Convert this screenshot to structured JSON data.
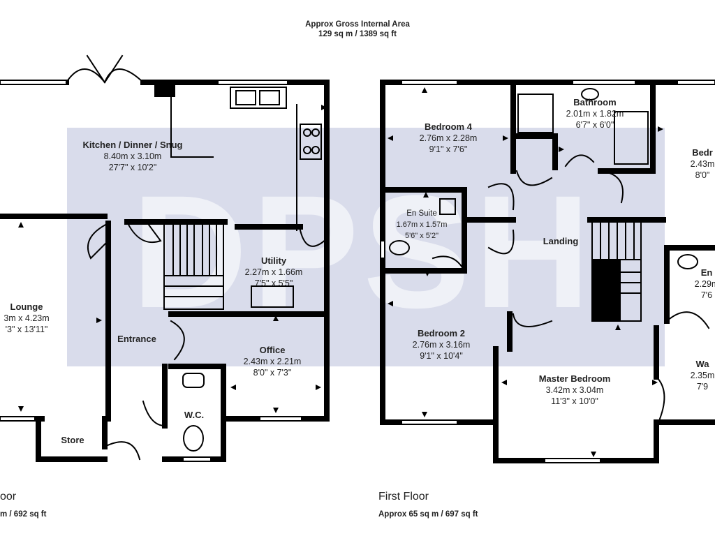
{
  "header": {
    "line1": "Approx Gross Internal Area",
    "line2": "129 sq m / 1389 sq ft"
  },
  "floors": {
    "ground": {
      "name": "oor",
      "area": "m / 692 sq ft"
    },
    "first": {
      "name": "First Floor",
      "area": "Approx 65 sq m / 697 sq ft"
    }
  },
  "watermark": {
    "text": "DPSH",
    "color": "#2c3e91"
  },
  "rooms": {
    "kitchen": {
      "name": "Kitchen / Dinner / Snug",
      "metric": "8.40m x 3.10m",
      "imperial": "27'7\" x 10'2\""
    },
    "lounge": {
      "name": "Lounge",
      "metric": "3m x 4.23m",
      "imperial": "'3\" x 13'11\""
    },
    "utility": {
      "name": "Utility",
      "metric": "2.27m x 1.66m",
      "imperial": "7'5\" x 5'5\""
    },
    "entrance": {
      "name": "Entrance"
    },
    "office": {
      "name": "Office",
      "metric": "2.43m x 2.21m",
      "imperial": "8'0\" x 7'3\""
    },
    "wc": {
      "name": "W.C."
    },
    "store": {
      "name": "Store"
    },
    "bedroom4": {
      "name": "Bedroom 4",
      "metric": "2.76m x 2.28m",
      "imperial": "9'1\" x 7'6\""
    },
    "bathroom": {
      "name": "Bathroom",
      "metric": "2.01m x 1.82m",
      "imperial": "6'7\" x 6'0\""
    },
    "bedroom3": {
      "name": "Bedr",
      "metric": "2.43m",
      "imperial": "8'0\""
    },
    "ensuite1": {
      "name": "En Suite",
      "metric": "1.67m x 1.57m",
      "imperial": "5'6\" x 5'2\""
    },
    "landing": {
      "name": "Landing"
    },
    "ensuite2": {
      "name": "En",
      "metric": "2.29m",
      "imperial": "7'6"
    },
    "bedroom2": {
      "name": "Bedroom 2",
      "metric": "2.76m x 3.16m",
      "imperial": "9'1\" x 10'4\""
    },
    "master": {
      "name": "Master Bedroom",
      "metric": "3.42m x 3.04m",
      "imperial": "11'3\" x 10'0\""
    },
    "wardrobe": {
      "name": "Wa",
      "metric": "2.35m",
      "imperial": "7'9"
    }
  }
}
